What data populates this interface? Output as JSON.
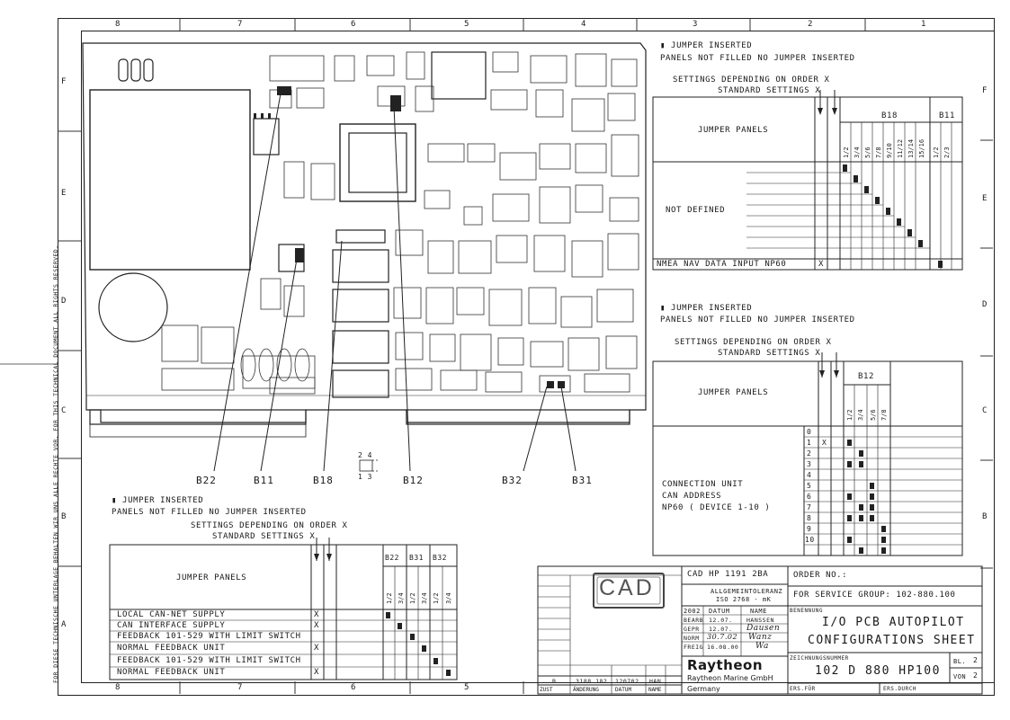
{
  "frame": {
    "columns": [
      "8",
      "7",
      "6",
      "5",
      "4",
      "3",
      "2",
      "1"
    ],
    "rows": [
      "F",
      "E",
      "D",
      "C",
      "B",
      "A"
    ],
    "side_text": "FOR DIESE TECHNISCHE UNTERLAGE BEHALTEN WIR UNS ALLE RECHTE VOR. FOR THIS TECHNICAL DOCUMENT ALL RIGHTS RESERVED."
  },
  "pcb": {
    "callouts": [
      "B22",
      "B11",
      "B18",
      "B12",
      "B32",
      "B31"
    ],
    "jumper_pin_top": "2 4",
    "jumper_pin_bottom": "1 3"
  },
  "legend_common": {
    "jumper_inserted": "JUMPER INSERTED",
    "panels_not_filled": "PANELS NOT FILLED  NO JUMPER INSERTED",
    "settings_depending": "SETTINGS DEPENDING ON ORDER X",
    "standard_settings": "STANDARD SETTINGS X",
    "jumper_panels": "JUMPER PANELS"
  },
  "table_top": {
    "group_b18": "B18",
    "group_b11": "B11",
    "b18_cols": [
      "1/2",
      "3/4",
      "5/6",
      "7/8",
      "9/10",
      "11/12",
      "13/14",
      "15/16"
    ],
    "b11_cols": [
      "1/2",
      "2/3"
    ],
    "row_label": "NOT DEFINED",
    "last_row": "NMEA NAV DATA INPUT  NP60",
    "last_row_mark": "X"
  },
  "table_mid": {
    "group": "B12",
    "cols": [
      "1/2",
      "3/4",
      "5/6",
      "7/8"
    ],
    "row_numbers": [
      "0",
      "1",
      "2",
      "3",
      "4",
      "5",
      "6",
      "7",
      "8",
      "9",
      "10"
    ],
    "mark_x": "X",
    "label_lines": [
      "CONNECTION UNIT",
      "CAN ADDRESS",
      "NP60 ( DEVICE 1-10 )"
    ]
  },
  "table_bottom": {
    "groups": [
      "B22",
      "B31",
      "B32"
    ],
    "cols": [
      "1/2",
      "3/4"
    ],
    "rows": [
      {
        "label": "LOCAL CAN-NET SUPPLY",
        "mark": "X"
      },
      {
        "label": "CAN INTERFACE SUPPLY",
        "mark": "X"
      },
      {
        "label": "FEEDBACK 101-529 WITH LIMIT SWITCH",
        "mark": ""
      },
      {
        "label": "NORMAL FEEDBACK UNIT",
        "mark": "X"
      },
      {
        "label": "FEEDBACK 101-529 WITH LIMIT SWITCH",
        "mark": ""
      },
      {
        "label": "NORMAL FEEDBACK UNIT",
        "mark": "X"
      }
    ]
  },
  "title_block": {
    "stamp": "CAD",
    "cad_ref": "CAD   HP   1191 2BA",
    "tolerance_1": "ALLGEMEINTOLERANZ",
    "tolerance_2": "ISO 2768 - mK",
    "order_no": "ORDER NO.:",
    "service_group": "FOR SERVICE GROUP:    102-880.100",
    "benennung": "BENENNUNG",
    "title_1": "I/O PCB AUTOPILOT",
    "title_2": "CONFIGURATIONS SHEET",
    "year": "2002",
    "col_datum": "DATUM",
    "col_name": "NAME",
    "rows": [
      {
        "label": "BEARB",
        "datum": "12.07.",
        "name": "HANSSEN"
      },
      {
        "label": "GEPR",
        "datum": "12.07.",
        "name": "Dausen"
      },
      {
        "label": "NORM",
        "datum": "30.7.02",
        "name": "Wanz"
      },
      {
        "label": "FREIG",
        "datum": "16.08.00",
        "name": "Wa"
      }
    ],
    "company_logo": "Raytheon",
    "company_name": "Raytheon Marine GmbH",
    "country": "Germany",
    "rev_letter": "B",
    "rev_number": "3188.182",
    "rev_date": "120702",
    "rev_name": "HAN",
    "rev_headers": [
      "ZUST",
      "ÄNDERUNG",
      "DATUM",
      "NAME"
    ],
    "zeichnungsnummer": "ZEICHNUNGSNUMMER",
    "drawing_number": "102 D 880 HP100",
    "sheet_label": "BL.",
    "sheet_value": "2",
    "of_label": "VON",
    "of_value": "2",
    "ers_fur": "ERS.FÜR",
    "ers_durch": "ERS.DURCH"
  }
}
